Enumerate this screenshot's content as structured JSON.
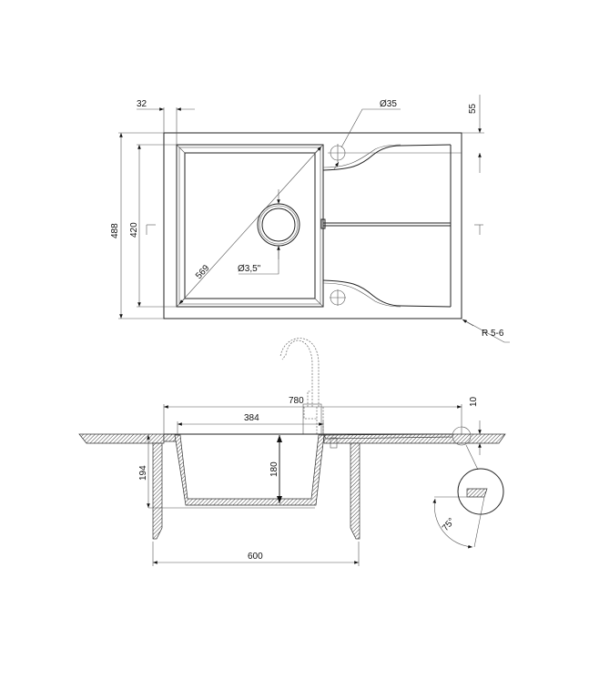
{
  "top_view": {
    "dims": {
      "overhang": "32",
      "tap_hole": "Ø35",
      "tap_offset": "55",
      "total_depth": "488",
      "bowl_depth": "420",
      "diagonal": "569",
      "drain": "Ø3,5\"",
      "corner_radius": "R 5-6"
    }
  },
  "side_view": {
    "dims": {
      "total_width": "780",
      "bowl_width": "384",
      "bowl_height": "180",
      "install_depth": "194",
      "cabinet_width": "600",
      "rim_thickness": "10",
      "edge_angle": "75°"
    }
  },
  "colors": {
    "line": "#222222",
    "background": "#ffffff"
  }
}
